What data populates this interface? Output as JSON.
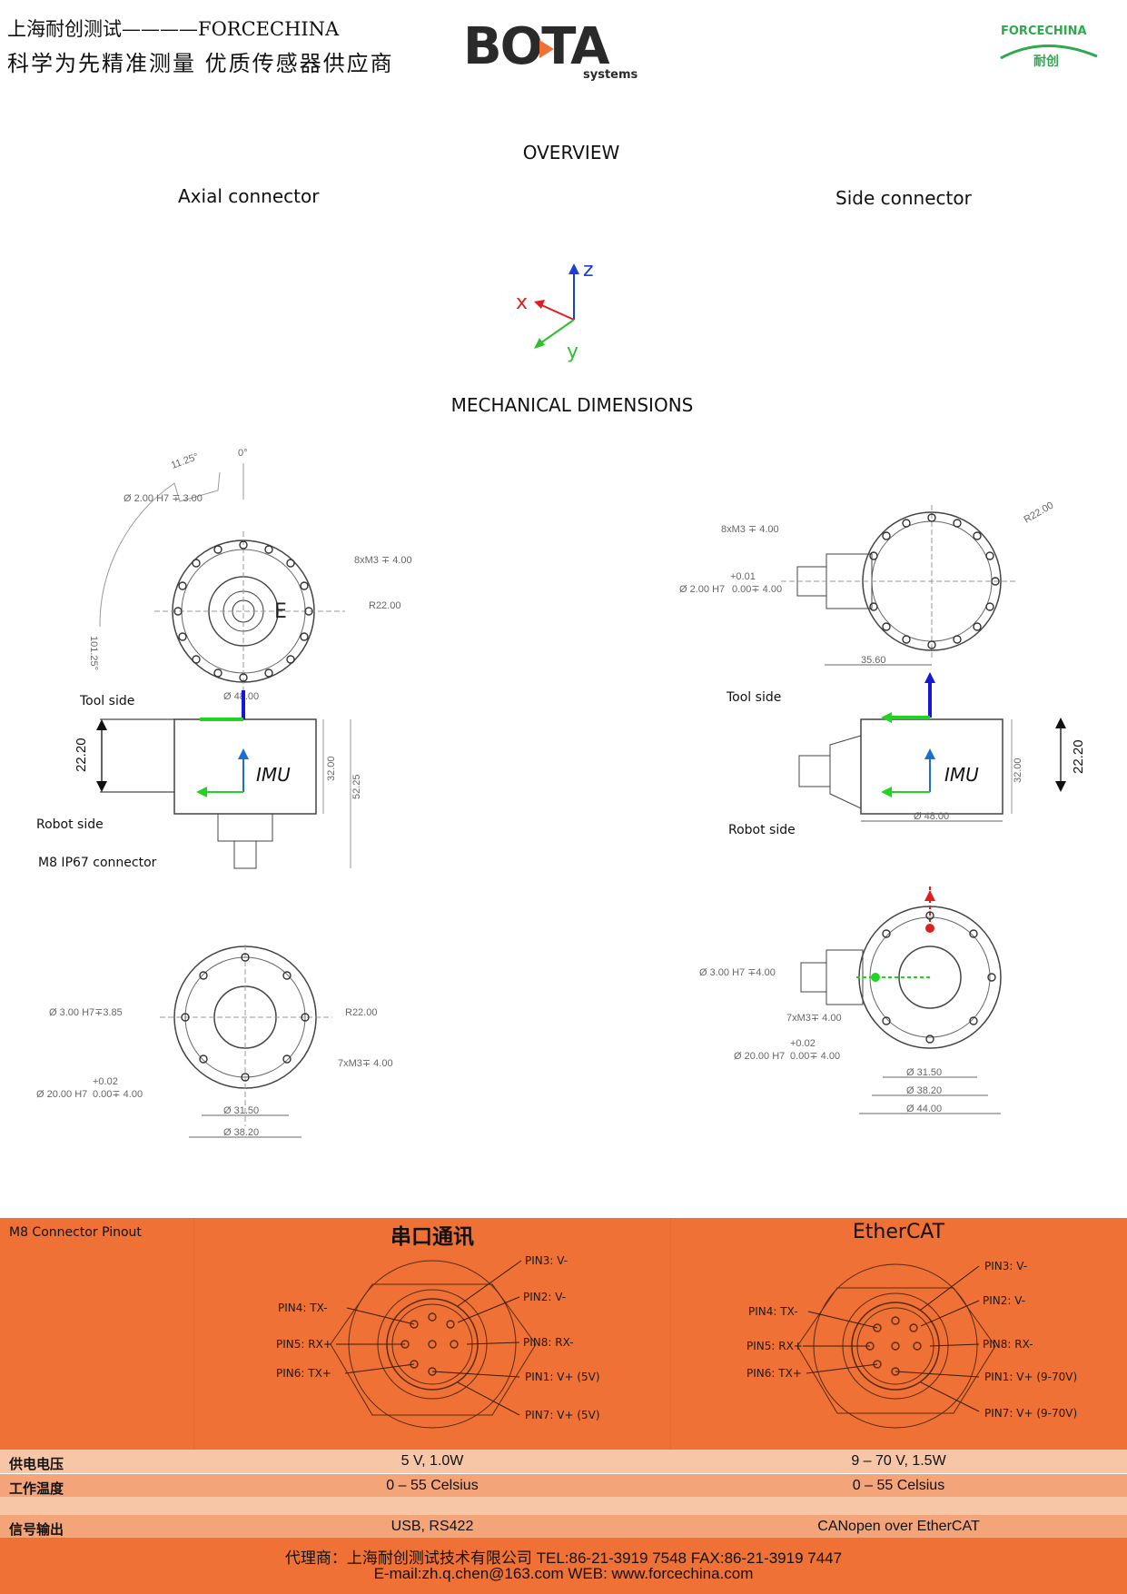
{
  "header": {
    "line1": "上海耐创测试————FORCECHINA",
    "line2": "科学为先精准测量  优质传感器供应商",
    "logo_text": "BOTA",
    "logo_sub": "systems",
    "right_logo_text": "FORCECHINA",
    "right_logo_sub": "耐创"
  },
  "overview": {
    "title": "OVERVIEW",
    "axial_label": "Axial connector",
    "side_label": "Side connector",
    "axes": {
      "x": "x",
      "y": "y",
      "z": "z"
    }
  },
  "mechanical": {
    "title": "MECHANICAL DIMENSIONS",
    "tool_side": "Tool side",
    "robot_side": "Robot side",
    "connector_note": "M8 IP67 connector",
    "imu": "IMU",
    "dims_axial_top": [
      "11.25°",
      "0°",
      "Ø 2.00 H7 ∓ 3.00",
      "8xM3 ∓ 4.00",
      "R22.00",
      "101.25°",
      "Ø 48.00"
    ],
    "dims_axial_side": [
      "22.20",
      "32.00",
      "52.25"
    ],
    "dims_axial_bottom": [
      "Ø 3.00 H7∓3.85",
      "R22.00",
      "7xM3∓ 4.00",
      "+0.02",
      "Ø 20.00 H7",
      "0.00∓ 4.00",
      "Ø 31.50",
      "Ø 38.20"
    ],
    "dims_side_top": [
      "8xM3 ∓ 4.00",
      "R22.00",
      "+0.01",
      "Ø 2.00 H7",
      "0.00∓ 4.00",
      "35.60"
    ],
    "dims_side_side": [
      "32.00",
      "22.20",
      "Ø 48.00"
    ],
    "dims_side_bottom": [
      "Ø 3.00 H7  ∓4.00",
      "7xM3∓ 4.00",
      "+0.02",
      "Ø 20.00 H7",
      "0.00∓ 4.00",
      "Ø 31.50",
      "Ø 38.20",
      "Ø 44.00"
    ]
  },
  "pinout": {
    "title": "M8 Connector Pinout",
    "serial_title": "串口通讯",
    "ethercat_title": "EtherCAT",
    "serial_pins": {
      "pin3": "PIN3: V-",
      "pin2": "PIN2: V-",
      "pin4": "PIN4: TX-",
      "pin5": "PIN5: RX+",
      "pin8": "PIN8: RX-",
      "pin6": "PIN6: TX+",
      "pin1": "PIN1: V+ (5V)",
      "pin7": "PIN7: V+ (5V)"
    },
    "ethercat_pins": {
      "pin3": "PIN3: V-",
      "pin2": "PIN2: V-",
      "pin4": "PIN4: TX-",
      "pin5": "PIN5: RX+",
      "pin8": "PIN8: RX-",
      "pin6": "PIN6: TX+",
      "pin1": "PIN1: V+ (9-70V)",
      "pin7": "PIN7: V+ (9-70V)"
    }
  },
  "specs": [
    {
      "label": "供电电压",
      "serial": "5 V, 1.0W",
      "ethercat": "9 – 70 V, 1.5W"
    },
    {
      "label": "工作温度",
      "serial": "0 – 55 Celsius",
      "ethercat": "0 – 55 Celsius"
    },
    {
      "label": "",
      "serial": "",
      "ethercat": ""
    },
    {
      "label": "信号输出",
      "serial": "USB, RS422",
      "ethercat": "CANopen over EtherCAT"
    }
  ],
  "colors": {
    "orange": "#ef7135",
    "light_row": "#f7c6a6",
    "mid_row": "#f3a579",
    "green": "#2fa84f"
  },
  "footer": {
    "line1": "代理商：上海耐创测试技术有限公司  TEL:86-21-3919 7548 FAX:86-21-3919 7447",
    "line2": "E-mail:zh.q.chen@163.com WEB:  www.forcechina.com"
  }
}
